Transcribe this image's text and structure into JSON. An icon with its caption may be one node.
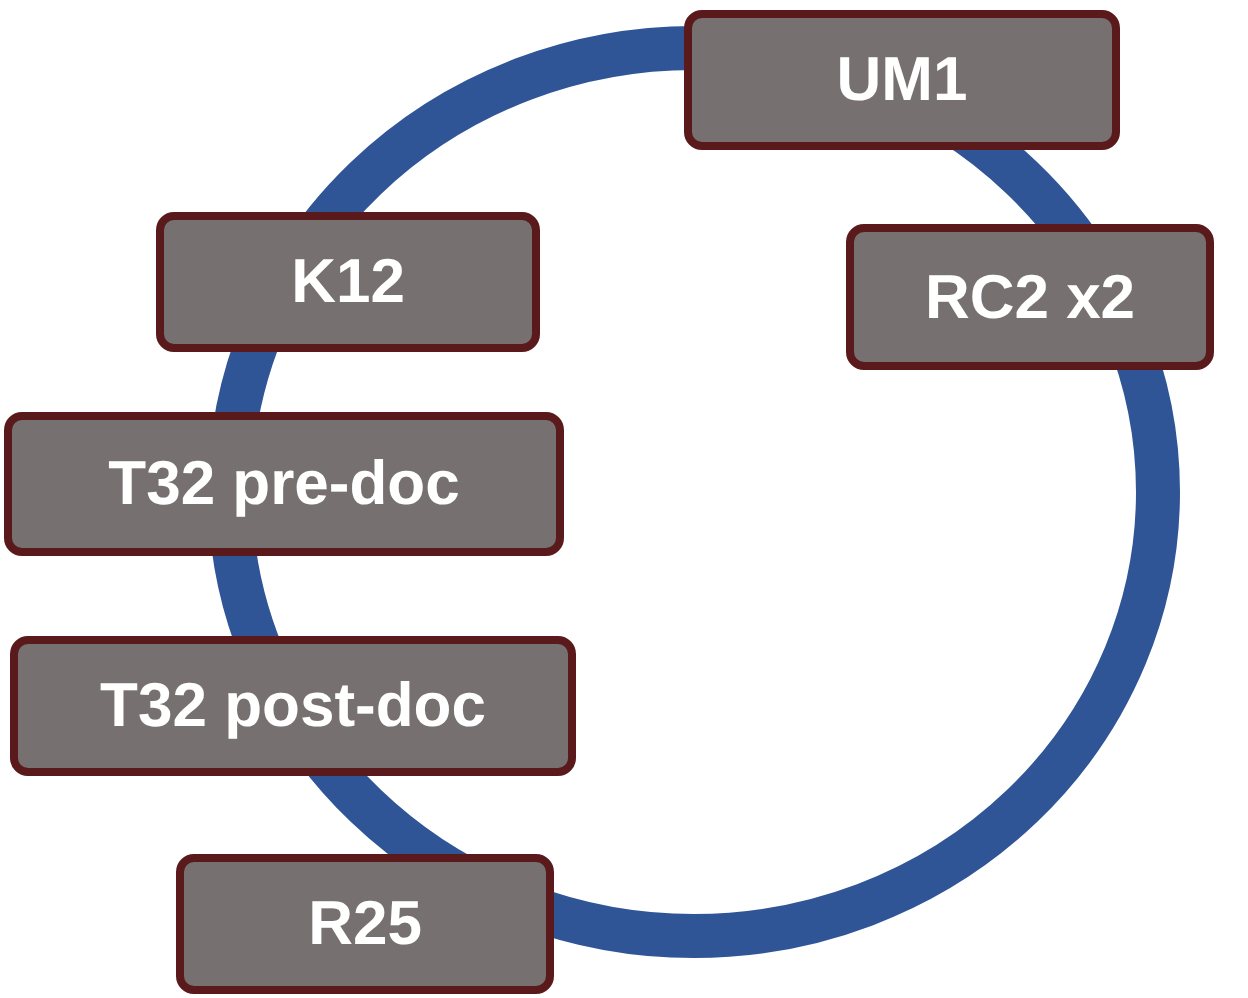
{
  "diagram": {
    "nodes": [
      {
        "text": [
          "UM1"
        ]
      },
      {
        "text": [
          "K12"
        ]
      },
      {
        "text": [
          "RC2 x2"
        ]
      },
      {
        "text": [
          "T32 pre-doc"
        ]
      },
      {
        "text": [
          "T32 post-doc"
        ]
      },
      {
        "text": [
          "R25"
        ]
      }
    ]
  }
}
